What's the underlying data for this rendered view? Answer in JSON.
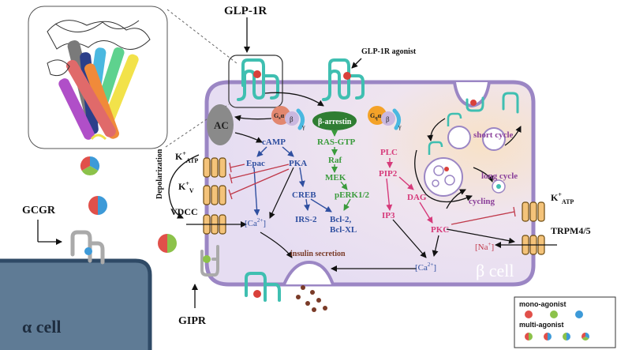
{
  "labels": {
    "glp1r": "GLP-1R",
    "glp1r_agonist": "GLP-1R agonist",
    "gcgr": "GCGR",
    "gipr": "GIPR",
    "alpha_cell": "α cell",
    "beta_cell": "β cell",
    "ac": "AC",
    "beta_arrestin": "β-arrestin",
    "camp": "cAMP",
    "epac": "Epac",
    "pka": "PKA",
    "creb": "CREB",
    "irs2": "IRS-2",
    "bcl2": "Bcl-2,",
    "bclxl": "Bcl-XL",
    "ras_gtp": "RAS-GTP",
    "raf": "Raf",
    "mek": "MEK",
    "perk": "pERK1/2",
    "plc": "PLC",
    "pip2": "PIP2",
    "dag": "DAG",
    "ip3": "IP3",
    "pkc": "PKC",
    "katp_left_main": "K",
    "katp_left_sup": "+",
    "katp_left_sub": "ATP",
    "kv_main": "K",
    "kv_sup": "+",
    "kv_sub": "V",
    "vdcc": "VDCC",
    "depolarization": "Depolarization",
    "ca_left_open": "[Ca",
    "ca_left_sup": "2+",
    "ca_left_close": "]",
    "ca_right_open": "[Ca",
    "ca_right_sup": "2+",
    "ca_right_close": "]",
    "insulin_secretion": "insulin secretion",
    "short_cycle": "short cycle",
    "long_cycle": "long cycle",
    "cycling": "cycling",
    "katp_right_main": "K",
    "katp_right_sup": "+",
    "katp_right_sub": "ATP",
    "trpm": "TRPM4/5",
    "na_open": "[Na",
    "na_sup": "+",
    "na_close": "]",
    "gs_g": "G",
    "gs_sub": "s",
    "gs_a": "α",
    "gs_beta": "β",
    "gs_gamma": "γ",
    "gq_g": "G",
    "gq_sub": "q",
    "gq_a": "α",
    "gq_beta": "β",
    "gq_gamma": "γ"
  },
  "legend": {
    "mono": "mono-agonist",
    "multi": "multi-agonist"
  },
  "colors": {
    "membrane": "#9b86c4",
    "receptor": "#3fbfb1",
    "ligand": "#d9403a",
    "alpha_cell": "#5f7b95",
    "camp_branch": "#2f4fa0",
    "mapk_branch": "#3a9b3c",
    "plc_branch": "#d63a7a",
    "inhibition": "#c0394a",
    "agonist_red": "#e1504a",
    "agonist_green": "#8cc24a",
    "agonist_blue": "#3d9ad8"
  }
}
